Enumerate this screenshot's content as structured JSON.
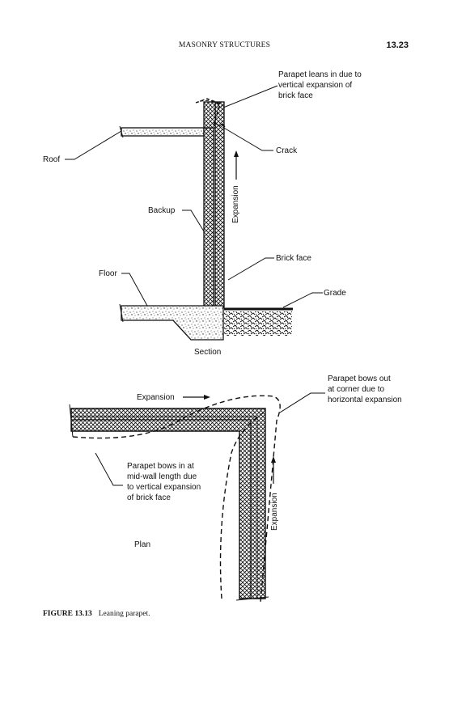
{
  "header": {
    "title": "MASONRY STRUCTURES",
    "page_number": "13.23"
  },
  "section": {
    "labels": {
      "parapet_leans": [
        "Parapet leans in due to",
        "vertical expansion of",
        "brick face"
      ],
      "crack": "Crack",
      "roof": "Roof",
      "backup": "Backup",
      "expansion": "Expansion",
      "brick_face": "Brick face",
      "floor": "Floor",
      "grade": "Grade",
      "title": "Section"
    }
  },
  "plan": {
    "labels": {
      "expansion_horizontal": "Expansion",
      "bows_out": [
        "Parapet bows out",
        "at corner due to",
        "horizontal expansion"
      ],
      "bows_in": [
        "Parapet bows in at",
        "mid-wall length due",
        "to vertical expansion",
        "of brick face"
      ],
      "expansion_vertical": "Expansion",
      "title": "Plan"
    }
  },
  "caption": {
    "figure": "FIGURE 13.13",
    "text": "Leaning parapet."
  }
}
